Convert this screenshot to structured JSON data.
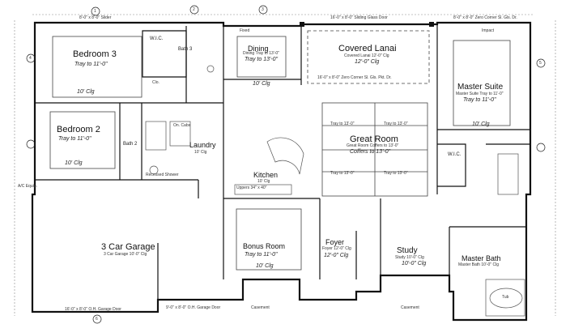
{
  "rooms": {
    "bedroom3": {
      "name": "Bedroom 3",
      "ceiling": "Tray to 11'-0\"",
      "height": "10' Clg"
    },
    "bedroom2": {
      "name": "Bedroom 2",
      "ceiling": "Tray to 11'-0\"",
      "height": "10' Clg"
    },
    "bath3": {
      "name": "Bath 3"
    },
    "bath2": {
      "name": "Bath 2"
    },
    "wic_top": {
      "name": "W.I.C."
    },
    "laundry": {
      "name": "Laundry",
      "height": "10' Clg"
    },
    "dining": {
      "name": "Dining",
      "tray": "Dining Tray to 13'-0\"",
      "ceiling": "Tray to 13'-0\"",
      "height": "10' Clg"
    },
    "lanai": {
      "name": "Covered Lanai",
      "sub": "Covered Lanai 12'-0\" Clg",
      "height": "12'-0\" Clg"
    },
    "master_suite": {
      "name": "Master Suite",
      "sub": "Master Suite Tray to 11'-0\"",
      "ceiling": "Tray to 11'-0\"",
      "height": "10' Clg"
    },
    "great_room": {
      "name": "Great Room",
      "sub": "Great Room Coffers to 13'-0\"",
      "ceiling": "Coffers to 13'-0\"",
      "tray_marks": "Tray to 13'-0\""
    },
    "kitchen": {
      "name": "Kitchen",
      "height": "10' Clg"
    },
    "wic_master": {
      "name": "W.I.C."
    },
    "garage": {
      "name": "3 Car Garage",
      "sub": "3 Car Garage 10'-0\" Clg",
      "height": "10'-0\" Clg"
    },
    "bonus": {
      "name": "Bonus Room",
      "ceiling": "Tray to 11'-0\"",
      "height": "10' Clg"
    },
    "foyer": {
      "name": "Foyer",
      "sub": "Foyer 12'-0\" Clg",
      "height": "12'-0\" Clg"
    },
    "study": {
      "name": "Study",
      "sub": "Study 10'-0\" Clg",
      "height": "10'-0\" Clg"
    },
    "master_bath": {
      "name": "Master Bath",
      "sub": "Master Bath 10'-0\" Clg",
      "height": "10'-0\" Clg"
    }
  },
  "notes": {
    "garage_door_1": "16'-0\" x 8'-0\" O.H. Garage Door",
    "garage_door_2": "9'-0\" x 8'-0\" O.H. Garage Door",
    "slider_top_left": "8'-0\" x 8'-0\" Slider",
    "slider_mid": "16'-0\" x 8'-0\" Sliding Glass Door",
    "slider_right": "8'-0\" x 8'-0\" Zero Corner Sl. Gls. Dr.",
    "lanai_zero_corner": "16'-0\" x 8'-0\" Zero Corner Sl. Gls. Pkt. Dr.",
    "casement": "Casement",
    "ac_pad": "A/C Equip.",
    "wic_closet": "Clo.",
    "on_cabs": "On. Cabs",
    "recessed_shower": "Recessed Shower",
    "upper_cabs": "Uppers 34\" x 40\"",
    "fixed": "Fixed",
    "impact": "Impact",
    "tub": "Tub"
  },
  "markers": [
    "1",
    "2",
    "3",
    "4",
    "5",
    "6"
  ]
}
